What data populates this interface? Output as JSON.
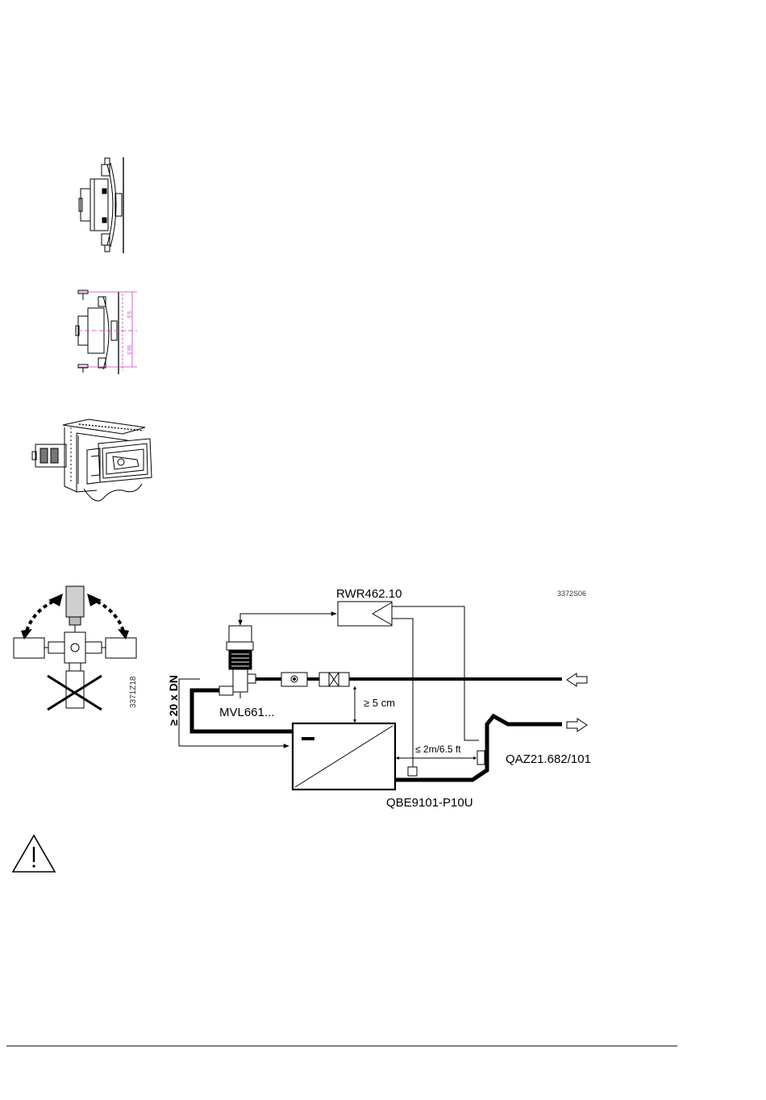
{
  "mount_views": {
    "dimension_top": "5.5",
    "dimension_bottom": "59.5"
  },
  "orientation_figure": {
    "figure_id": "3371Z18"
  },
  "installation_diagram": {
    "figure_id": "3372S06",
    "controller": "RWR462.10",
    "valve": "MVL661...",
    "straight_run": "≥ 20 x DN",
    "clearance": "≥ 5 cm",
    "sensor_distance": "≤ 2m/6.5 ft",
    "flow_sensor": "QAZ21.682/101",
    "pressure_sensor": "QBE9101-P10U"
  },
  "colors": {
    "line": "#000000",
    "dimension": "#c03fc0",
    "actuator_fill": "#cfcfcf"
  },
  "icons": [
    "warning-icon",
    "supply-arrow-icon",
    "return-arrow-icon"
  ]
}
